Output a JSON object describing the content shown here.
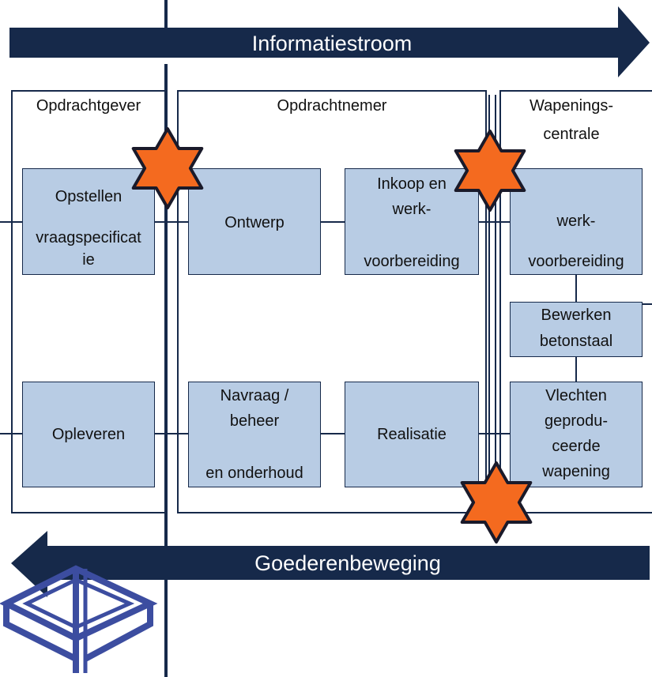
{
  "arrows": {
    "top_label": "Informatiestroom",
    "bottom_label": "Goederenbeweging"
  },
  "lanes": {
    "opdrachtgever": "Opdrachtgever",
    "opdrachtnemer": "Opdrachtnemer",
    "wapeningscentrale_line1": "Wapenings-",
    "wapeningscentrale_line2": "centrale"
  },
  "boxes": {
    "opstellen": [
      "Opstellen",
      "vraagspecificat",
      "ie"
    ],
    "opleveren": [
      "Opleveren"
    ],
    "ontwerp": [
      "Ontwerp"
    ],
    "navraag": [
      "Navraag /",
      "beheer",
      "en onderhoud"
    ],
    "inkoop": [
      "Inkoop en",
      "werk-",
      "voorbereiding"
    ],
    "realisatie": [
      "Realisatie"
    ],
    "werkvoorbereiding": [
      "werk-",
      "voorbereiding"
    ],
    "bewerken": [
      "Bewerken",
      "betonstaal"
    ],
    "vlechten": [
      "Vlechten",
      "geprodu-",
      "ceerde",
      "wapening"
    ]
  },
  "colors": {
    "navy": "#16294a",
    "box_fill": "#b8cce4",
    "star_fill": "#f46a1f",
    "logo": "#3c4da0"
  }
}
